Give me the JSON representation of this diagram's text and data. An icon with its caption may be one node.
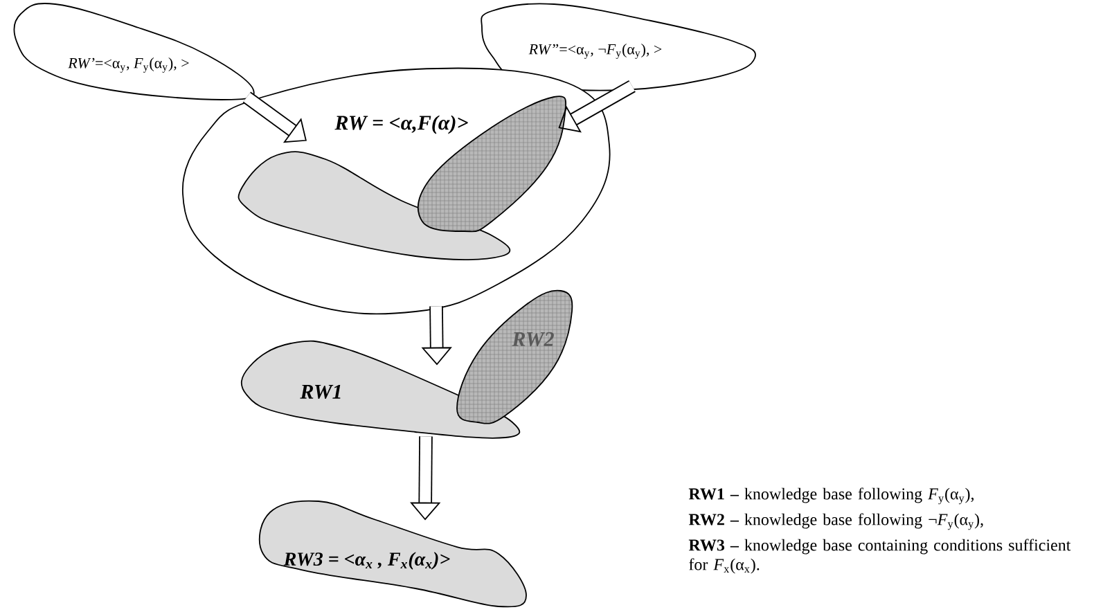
{
  "diagram": {
    "nodes": [
      {
        "text": [
          "*RW’*=<α$_{y}$, *F*$_{y}$(α$_{y}$), >"
        ]
      },
      {
        "text": [
          "*RW”*=<α$_{y}$, ¬*F*$_{y}$(α$_{y}$), >"
        ]
      },
      {
        "text": [
          "RW = <α,F(α)>"
        ]
      },
      {
        "text": [],
        "shape": "blob",
        "in": 2
      },
      {
        "text": [],
        "shape": "blob",
        "in": 2
      },
      {
        "text": [
          "RW1"
        ]
      },
      {
        "text": [
          "RW2"
        ]
      },
      {
        "text": [
          "RW3 = <α$_{x}$ , F$_{x}$(α$_{x}$)>"
        ]
      }
    ],
    "edges": [
      {
        "from": 0,
        "to": 3,
        "arrow": "to"
      },
      {
        "from": 1,
        "to": 4,
        "arrow": "to"
      },
      {
        "from": 2,
        "to": 5,
        "arrow": "to"
      },
      {
        "from": 5,
        "to": 7,
        "arrow": "to"
      }
    ],
    "labels": [
      "**RW1 –** knowledge base following *F*$_{y}$(α$_{y}$),",
      "**RW2 –** knowledge base following ¬*F*$_{y}$(α$_{y}$),",
      "**RW3 –** knowledge base containing conditions sufficient for *F*$_{x}$(α$_{x}$)."
    ]
  }
}
